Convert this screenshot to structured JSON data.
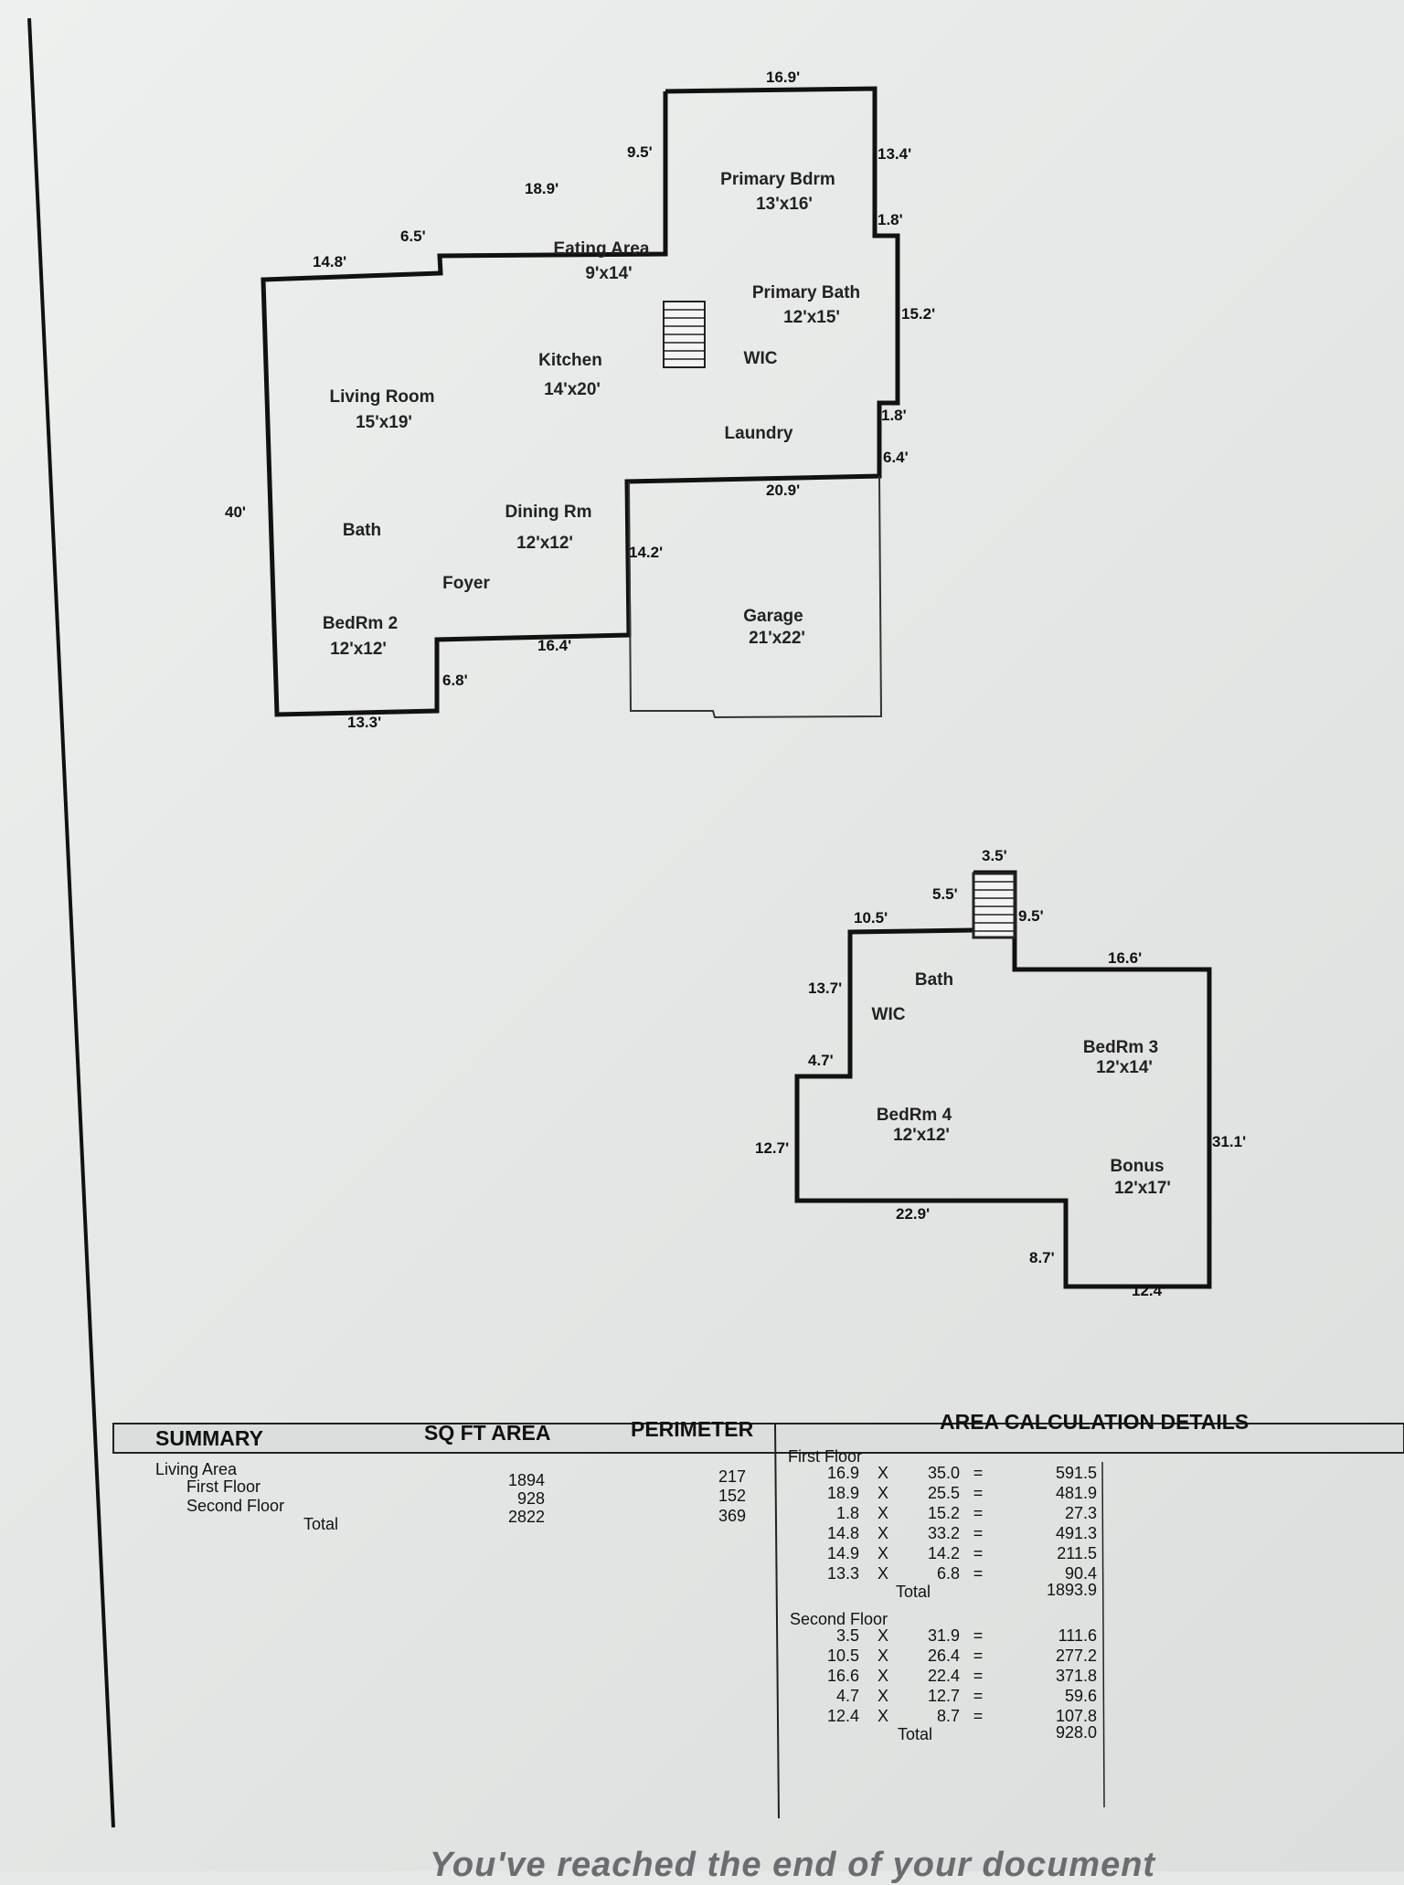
{
  "first_floor": {
    "dimensions": [
      "16.9'",
      "9.5'",
      "13.4'",
      "18.9'",
      "1.8'",
      "6.5'",
      "14.8'",
      "15.2'",
      "1.8'",
      "6.4'",
      "40'",
      "20.9'",
      "14.2'",
      "16.4'",
      "6.8'",
      "13.3'"
    ],
    "rooms": [
      {
        "name": "Primary Bdrm",
        "size": "13'x16'"
      },
      {
        "name": "Eating Area",
        "size": "9'x14'"
      },
      {
        "name": "Primary Bath",
        "size": "12'x15'"
      },
      {
        "name": "Kitchen",
        "size": "14'x20'"
      },
      {
        "name": "WIC",
        "size": ""
      },
      {
        "name": "Living Room",
        "size": "15'x19'"
      },
      {
        "name": "Laundry",
        "size": ""
      },
      {
        "name": "Bath",
        "size": ""
      },
      {
        "name": "Dining Rm",
        "size": "12'x12'"
      },
      {
        "name": "Foyer",
        "size": ""
      },
      {
        "name": "Garage",
        "size": "21'x22'"
      },
      {
        "name": "BedRm 2",
        "size": "12'x12'"
      }
    ]
  },
  "second_floor": {
    "dimensions": [
      "3.5'",
      "5.5'",
      "10.5'",
      "9.5'",
      "16.6'",
      "13.7'",
      "4.7'",
      "12.7'",
      "31.1'",
      "22.9'",
      "8.7'",
      "12.4'"
    ],
    "rooms": [
      {
        "name": "Bath",
        "size": ""
      },
      {
        "name": "WIC",
        "size": ""
      },
      {
        "name": "BedRm 3",
        "size": "12'x14'"
      },
      {
        "name": "BedRm 4",
        "size": "12'x12'"
      },
      {
        "name": "Bonus",
        "size": "12'x17'"
      }
    ]
  },
  "table": {
    "headers": [
      "SUMMARY",
      "SQ FT AREA",
      "PERIMETER",
      "AREA CALCULATION DETAILS"
    ],
    "summary": {
      "living_area": "Living Area",
      "rows": [
        {
          "label": "First Floor",
          "area": "1894",
          "perimeter": "217"
        },
        {
          "label": "Second Floor",
          "area": "928",
          "perimeter": "152"
        },
        {
          "label": "Total",
          "area": "2822",
          "perimeter": "369"
        }
      ]
    },
    "first_floor_calc": {
      "title": "First Floor",
      "rows": [
        {
          "a": "16.9",
          "b": "35.0",
          "r": "591.5"
        },
        {
          "a": "18.9",
          "b": "25.5",
          "r": "481.9"
        },
        {
          "a": "1.8",
          "b": "15.2",
          "r": "27.3"
        },
        {
          "a": "14.8",
          "b": "33.2",
          "r": "491.3"
        },
        {
          "a": "14.9",
          "b": "14.2",
          "r": "211.5"
        },
        {
          "a": "13.3",
          "b": "6.8",
          "r": "90.4"
        }
      ],
      "total_label": "Total",
      "total": "1893.9"
    },
    "second_floor_calc": {
      "title": "Second Floor",
      "rows": [
        {
          "a": "3.5",
          "b": "31.9",
          "r": "111.6"
        },
        {
          "a": "10.5",
          "b": "26.4",
          "r": "277.2"
        },
        {
          "a": "16.6",
          "b": "22.4",
          "r": "371.8"
        },
        {
          "a": "4.7",
          "b": "12.7",
          "r": "59.6"
        },
        {
          "a": "12.4",
          "b": "8.7",
          "r": "107.8"
        }
      ],
      "total_label": "Total",
      "total": "928.0"
    },
    "times": "X",
    "equals": "="
  },
  "footer": "You've reached the end of your document"
}
